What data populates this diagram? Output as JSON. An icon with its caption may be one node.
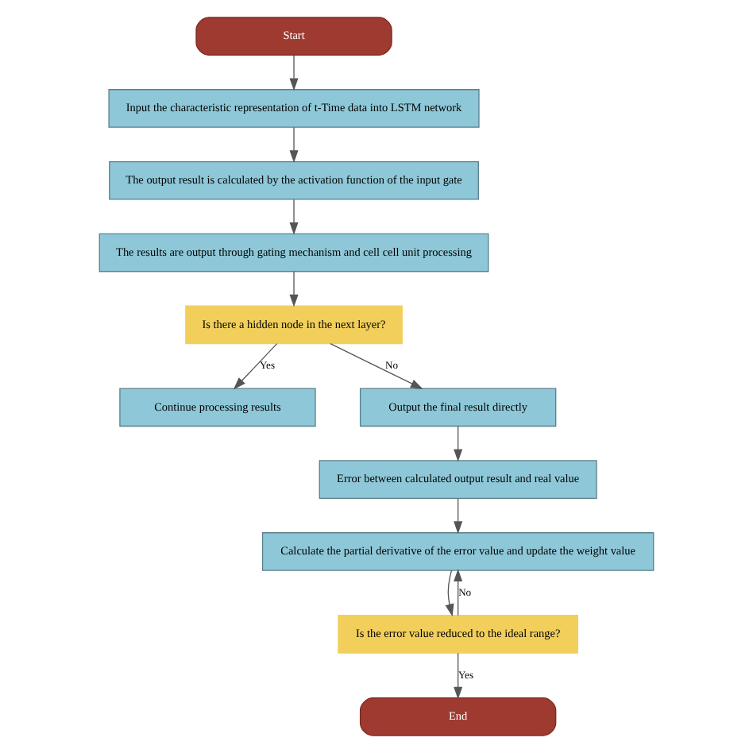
{
  "diagram": {
    "nodes": [
      {
        "text": [
          "Start"
        ]
      },
      {
        "text": [
          "Input the characteristic representation of t-Time data into LSTM network"
        ]
      },
      {
        "text": [
          "The output result is calculated by the activation function of the input gate"
        ]
      },
      {
        "text": [
          "The results are output through gating mechanism and cell cell unit processing"
        ]
      },
      {
        "text": [
          "Is there a hidden node in the next layer?"
        ]
      },
      {
        "text": [
          "Continue processing results"
        ]
      },
      {
        "text": [
          "End"
        ]
      },
      {
        "text": [
          "Is the error value reduced to the ideal range?"
        ]
      },
      {
        "text": [
          "Calculate the partial derivative of the error value and update the weight value"
        ]
      },
      {
        "text": [
          "Error between calculated output result and real value"
        ]
      },
      {
        "text": [
          "Output the final result directly"
        ]
      }
    ],
    "edges": [
      {
        "from": 0,
        "to": 1,
        "arrow": "to"
      },
      {
        "from": 1,
        "to": 2,
        "arrow": "to"
      },
      {
        "from": 2,
        "to": 3,
        "arrow": "to"
      },
      {
        "from": 3,
        "to": 4,
        "arrow": "to"
      },
      {
        "from": 4,
        "to": 5,
        "arrow": "to",
        "label": "Yes"
      },
      {
        "from": 4,
        "to": 10,
        "arrow": "to",
        "label": "No"
      },
      {
        "from": 10,
        "to": 9,
        "arrow": "to"
      },
      {
        "from": 9,
        "to": 8,
        "arrow": "to"
      },
      {
        "from": 8,
        "to": 7,
        "arrow": "to"
      },
      {
        "from": 7,
        "to": 6,
        "arrow": "to",
        "label": "Yes"
      },
      {
        "from": 7,
        "to": 8,
        "arrow": "to",
        "label": "No"
      }
    ]
  }
}
